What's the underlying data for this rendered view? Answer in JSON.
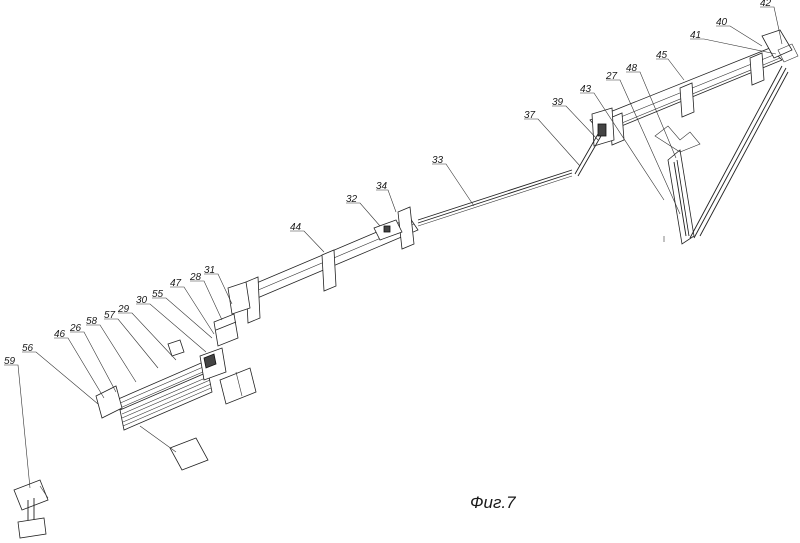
{
  "figure": {
    "caption": "Фиг.7",
    "labels": [
      "42",
      "40",
      "41",
      "45",
      "48",
      "27",
      "43",
      "39",
      "37",
      "33",
      "34",
      "32",
      "44",
      "31",
      "28",
      "47",
      "55",
      "30",
      "29",
      "57",
      "58",
      "26",
      "46",
      "56",
      "59"
    ]
  }
}
